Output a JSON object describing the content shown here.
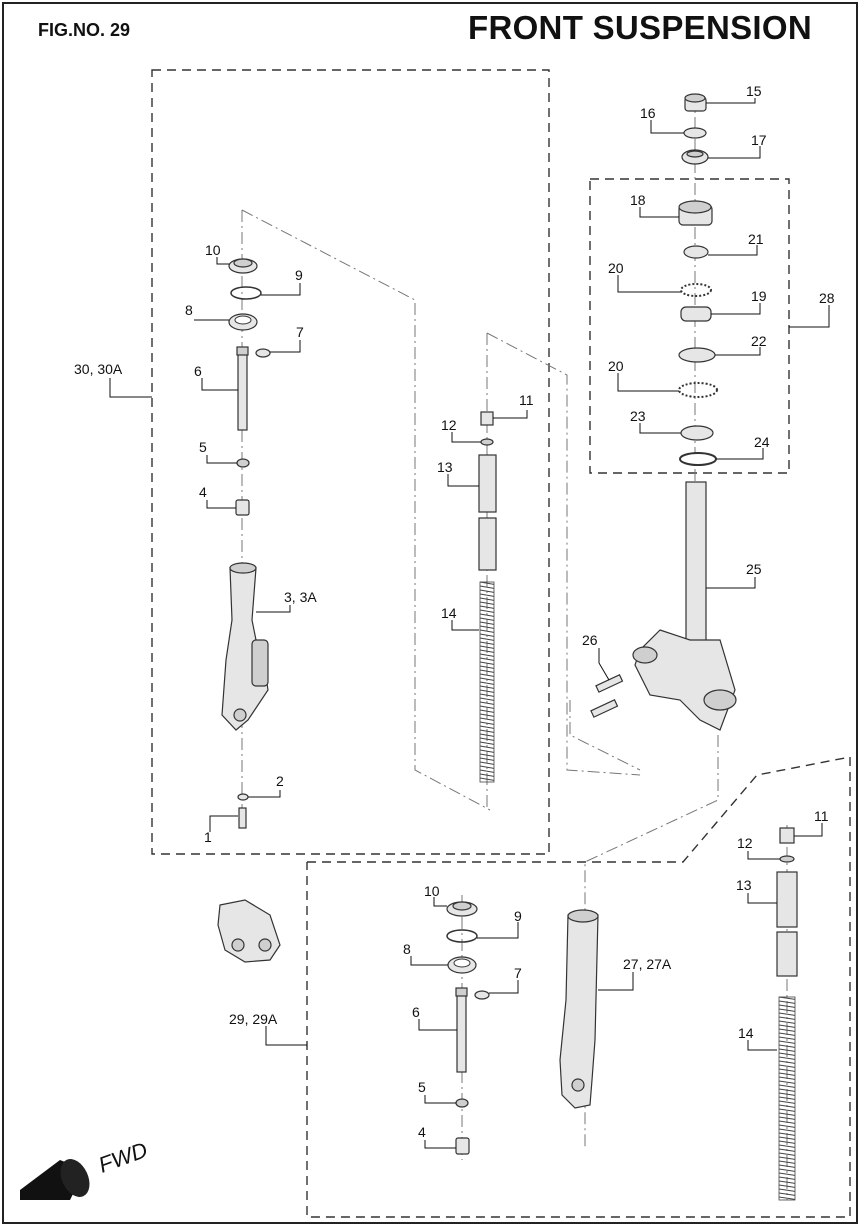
{
  "header": {
    "fig_no": "FIG.NO. 29",
    "title": "FRONT SUSPENSION"
  },
  "fwd_label": "FWD",
  "callouts": {
    "c1": "1",
    "c2": "2",
    "c3": "3, 3A",
    "c4": "4",
    "c5": "5",
    "c6": "6",
    "c7": "7",
    "c8": "8",
    "c9": "9",
    "c10": "10",
    "c11": "11",
    "c12": "12",
    "c13": "13",
    "c14": "14",
    "c30": "30, 30A",
    "c15": "15",
    "c16": "16",
    "c17": "17",
    "c18": "18",
    "c19": "19",
    "c20a": "20",
    "c20b": "20",
    "c21": "21",
    "c22": "22",
    "c23": "23",
    "c24": "24",
    "c25": "25",
    "c26": "26",
    "c28": "28",
    "b11": "11",
    "b12": "12",
    "b13": "13",
    "b14": "14",
    "b10": "10",
    "b9": "9",
    "b8": "8",
    "b7": "7",
    "b6": "6",
    "b5": "5",
    "b4": "4",
    "c27": "27, 27A",
    "c29": "29, 29A"
  }
}
